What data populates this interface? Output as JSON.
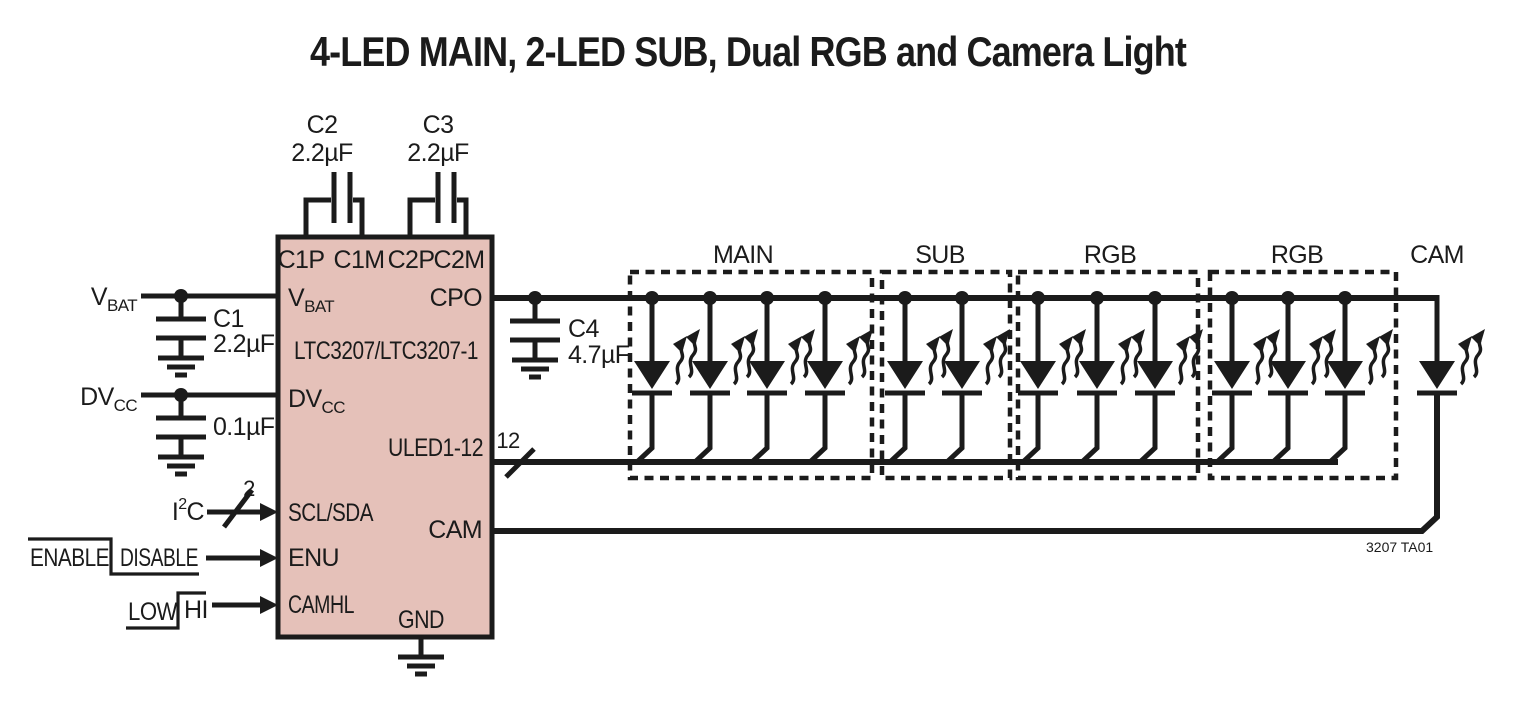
{
  "title": "4-LED MAIN, 2-LED SUB, Dual RGB and Camera Light",
  "figure_label": "3207 TA01",
  "ic": {
    "part": "LTC3207/LTC3207-1",
    "pins": {
      "c1p": "C1P",
      "c1m": "C1M",
      "c2p": "C2P",
      "c2m": "C2M",
      "vbat_main": "V",
      "vbat_sub": "BAT",
      "dvcc_main": "DV",
      "dvcc_sub": "CC",
      "scl_sda": "SCL/SDA",
      "enu": "ENU",
      "camhl": "CAMHL",
      "cpo": "CPO",
      "uled": "ULED1-12",
      "cam": "CAM",
      "gnd": "GND"
    }
  },
  "inputs": {
    "vbat_main": "V",
    "vbat_sub": "BAT",
    "dvcc_main": "DV",
    "dvcc_sub": "CC",
    "i2c_pre": "I",
    "i2c_sup": "2",
    "i2c_post": "C",
    "i2c_bus_width": "2",
    "enable": "ENABLE",
    "disable": "DISABLE",
    "low": "LOW",
    "hi": "HI"
  },
  "buses": {
    "uled_width": "12"
  },
  "capacitors": {
    "c1_ref": "C1",
    "c1_val": "2.2µF",
    "c2_ref": "C2",
    "c2_val": "2.2µF",
    "c3_ref": "C3",
    "c3_val": "2.2µF",
    "c4_ref": "C4",
    "c4_val": "4.7µF",
    "dvcc_cap_val": "0.1µF"
  },
  "led_groups": [
    {
      "label": "MAIN",
      "count": 4
    },
    {
      "label": "SUB",
      "count": 2
    },
    {
      "label": "RGB",
      "count": 3
    },
    {
      "label": "RGB",
      "count": 3
    },
    {
      "label": "CAM",
      "count": 1
    }
  ]
}
